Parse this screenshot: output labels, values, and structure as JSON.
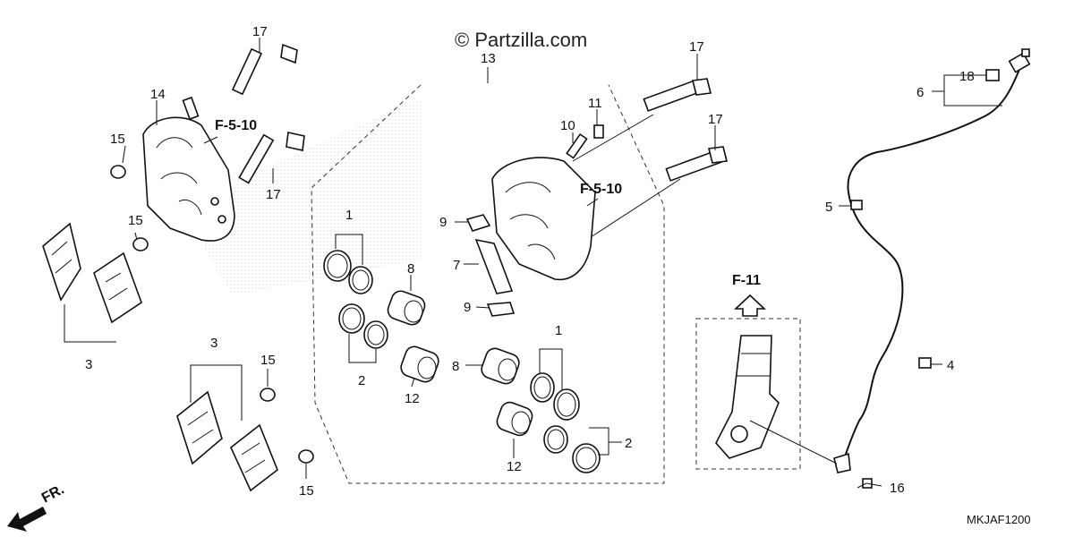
{
  "watermark": "© Partzilla.com",
  "diagram_code": "MKJAF1200",
  "direction_label": "FR.",
  "refs": {
    "f510_left": "F-5-10",
    "f510_right": "F-5-10",
    "f11": "F-11"
  },
  "callouts": [
    {
      "id": "17a",
      "text": "17"
    },
    {
      "id": "14",
      "text": "14"
    },
    {
      "id": "15a",
      "text": "15"
    },
    {
      "id": "17b",
      "text": "17"
    },
    {
      "id": "15b",
      "text": "15"
    },
    {
      "id": "3a",
      "text": "3"
    },
    {
      "id": "3b",
      "text": "3"
    },
    {
      "id": "15c",
      "text": "15"
    },
    {
      "id": "15d",
      "text": "15"
    },
    {
      "id": "13",
      "text": "13"
    },
    {
      "id": "1a",
      "text": "1"
    },
    {
      "id": "8a",
      "text": "8"
    },
    {
      "id": "2a",
      "text": "2"
    },
    {
      "id": "12a",
      "text": "12"
    },
    {
      "id": "9a",
      "text": "9"
    },
    {
      "id": "7",
      "text": "7"
    },
    {
      "id": "9b",
      "text": "9"
    },
    {
      "id": "10",
      "text": "10"
    },
    {
      "id": "11",
      "text": "11"
    },
    {
      "id": "17c",
      "text": "17"
    },
    {
      "id": "17d",
      "text": "17"
    },
    {
      "id": "1b",
      "text": "1"
    },
    {
      "id": "8b",
      "text": "8"
    },
    {
      "id": "2b",
      "text": "2"
    },
    {
      "id": "12b",
      "text": "12"
    },
    {
      "id": "18",
      "text": "18"
    },
    {
      "id": "6",
      "text": "6"
    },
    {
      "id": "5",
      "text": "5"
    },
    {
      "id": "4",
      "text": "4"
    },
    {
      "id": "16",
      "text": "16"
    }
  ]
}
